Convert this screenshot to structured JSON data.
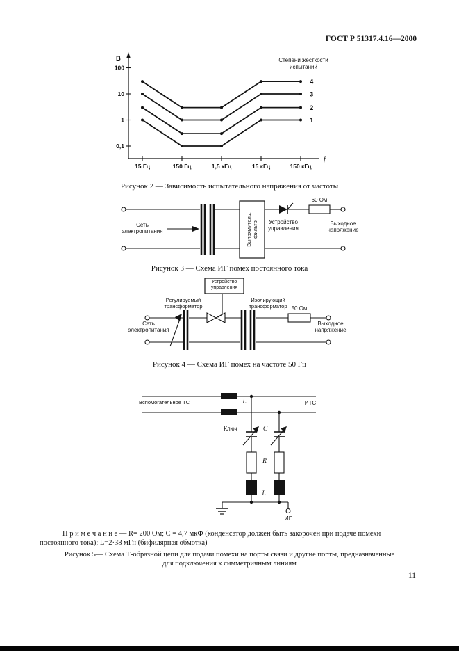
{
  "page": {
    "header": "ГОСТ Р 51317.4.16—2000",
    "page_number": "11"
  },
  "chart_data": {
    "type": "line",
    "ylabel": "В",
    "xlabel": "f",
    "legend_title": "Степени жесткости испытаний",
    "x_tick_labels": [
      "15 Гц",
      "150 Гц",
      "1,5 кГц",
      "15 кГц",
      "150 кГц"
    ],
    "y_tick_labels": [
      "100",
      "10",
      "1",
      "0,1"
    ],
    "y_tick_values": [
      100,
      10,
      1,
      0.1
    ],
    "y_axis_range": [
      0.1,
      100
    ],
    "x_axis_scale": "log",
    "grid": false,
    "legend_position": "top-right",
    "series": [
      {
        "name": "4",
        "values": [
          30,
          3,
          3,
          30,
          30
        ]
      },
      {
        "name": "3",
        "values": [
          10,
          1,
          1,
          10,
          10
        ]
      },
      {
        "name": "2",
        "values": [
          3,
          0.3,
          0.3,
          3,
          3
        ]
      },
      {
        "name": "1",
        "values": [
          1,
          0.1,
          0.1,
          1,
          1
        ]
      }
    ],
    "line_color": "#141414"
  },
  "figure2": {
    "caption": "Рисунок 2 — Зависимость испытательного напряжения от частоты"
  },
  "figure3": {
    "labels": {
      "mains": "Сеть электропитания",
      "rectifier": "Выпрямитель, фильтр",
      "control": "Устройство управления",
      "resistor": "60 Ом",
      "output": "Выходное напряжение"
    },
    "caption": "Рисунок 3 — Схема ИГ помех постоянного тока"
  },
  "figure4": {
    "labels": {
      "control": "Устройство управления",
      "regulating_transformer": "Регулируемый трансформатор",
      "isolating_transformer": "Изолирующий трансформатор",
      "resistor": "50 Ом",
      "mains": "Сеть электропитания",
      "output": "Выходное напряжение"
    },
    "caption": "Рисунок 4 — Схема ИГ помех на частоте 50 Гц"
  },
  "figure5": {
    "labels": {
      "aux_te": "Вспомогательное ТС",
      "eut": "ИТС",
      "switch": "Ключ",
      "capacitor": "C",
      "resistor": "R",
      "inductor_top": "L",
      "inductor_bottom": "L",
      "generator": "ИГ"
    },
    "note_line1": "П р и м е ч а н и е — R= 200 Ом; C = 4,7 мкФ (конденсатор должен быть закорочен при подаче помехи",
    "note_line2": "постоянного тока); L=2·38 мГн (бифилярная обмотка)",
    "caption_line1": "Рисунок 5— Схема Т-образной цепи для подачи помехи на порты связи и другие порты, предназначенные",
    "caption_line2": "для подключения к симметричным линиям"
  }
}
